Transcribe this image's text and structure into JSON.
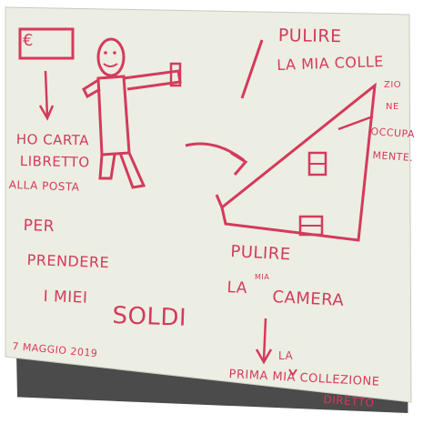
{
  "board": {
    "background": "#eceee3",
    "ink_color": "#d43a5c"
  },
  "left": {
    "symbol": "€",
    "line1": "HO CARTA",
    "line2": "LIBRETTO",
    "line3": "ALLA POSTA",
    "line4": "PER",
    "line5": "PRENDERE",
    "line6": "I MIEI",
    "line7": "SOLDI",
    "date": "7 MAGGIO 2019"
  },
  "right": {
    "top_line1": "PULIRE",
    "top_line2": "LA MIA COLLE",
    "top_tail": [
      "ZIO",
      "NE",
      "OCCUPA",
      "MENTE."
    ],
    "bottom_line1": "PULIRE",
    "bottom_line2_a": "LA",
    "bottom_line2_b": "CAMERA",
    "small_word": "MIA",
    "bottom_la": "LA",
    "bottom_line3": "PRIMA MIA COLLEZIONE",
    "bottom_line4": "DIRETTO"
  }
}
